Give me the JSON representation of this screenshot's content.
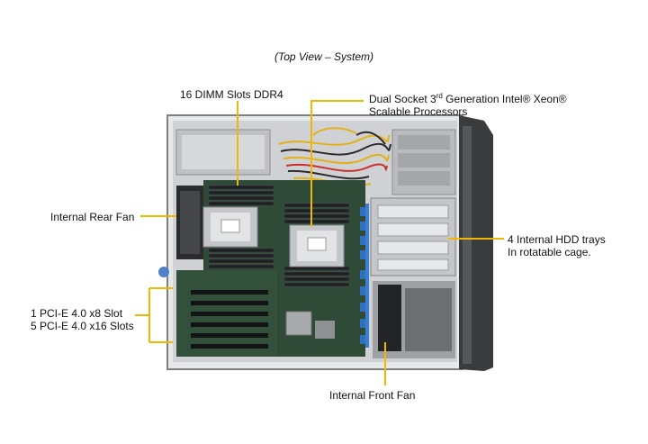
{
  "title": "(Top View – System)",
  "callouts": {
    "dimm": "16 DIMM Slots DDR4",
    "cpu_line1_a": "Dual Socket 3",
    "cpu_line1_sup": "rd",
    "cpu_line1_b": " Generation Intel® Xeon®",
    "cpu_line2": "Scalable Processors",
    "rear_fan": "Internal  Rear Fan",
    "hdd_line1": "4 Internal  HDD trays",
    "hdd_line2": "In rotatable cage.",
    "pcie_line1": "1 PCI-E 4.0 x8 Slot",
    "pcie_line2": "5 PCI-E 4.0 x16 Slots",
    "front_fan": "Internal  Front Fan"
  },
  "colors": {
    "callout_line": "#f2b705",
    "board": "#2f4a36",
    "chassis": "#7d7f82",
    "blue_clip": "#2f6fbd",
    "bezel": "#3a3b3d"
  }
}
